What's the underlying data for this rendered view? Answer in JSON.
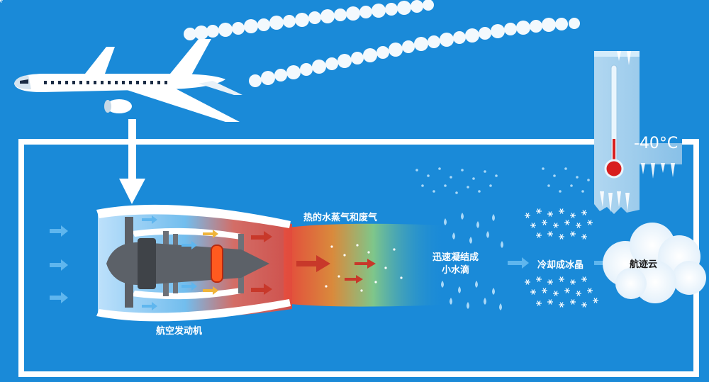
{
  "labels": {
    "engine": "航空发动机",
    "vapor": "热的水蒸气和废气",
    "condense_line1": "迅速凝结成",
    "condense_line2": "小水滴",
    "ice": "冷却成冰晶",
    "contrail": "航迹云",
    "temperature": "-40°C"
  },
  "colors": {
    "sky": "#1a8ad8",
    "frame": "#ffffff",
    "hot": "#e0463a",
    "flame": "#ff5a1f",
    "arrow_cold": "#5fb6ee",
    "arrow_hot": "#d83a2a",
    "thermo_bulb": "#d81e1e"
  },
  "icons": [
    "airplane-icon",
    "jet-engine-icon",
    "thermometer-icon",
    "cloud-icon",
    "snowflake-icon",
    "water-droplet-icon"
  ]
}
